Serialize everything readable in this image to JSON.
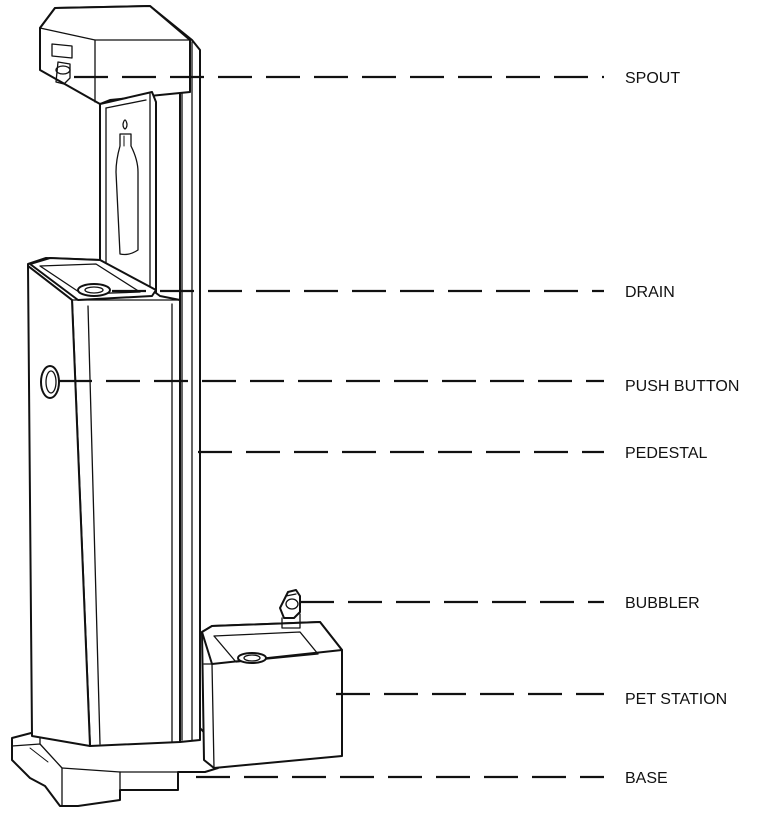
{
  "colors": {
    "line": "#111111",
    "background": "#ffffff"
  },
  "labels": {
    "spout": "SPOUT",
    "drain": "DRAIN",
    "push_button": "PUSH BUTTON",
    "pedestal": "PEDESTAL",
    "bubbler": "BUBBLER",
    "pet_station": "PET STATION",
    "base": "BASE"
  }
}
